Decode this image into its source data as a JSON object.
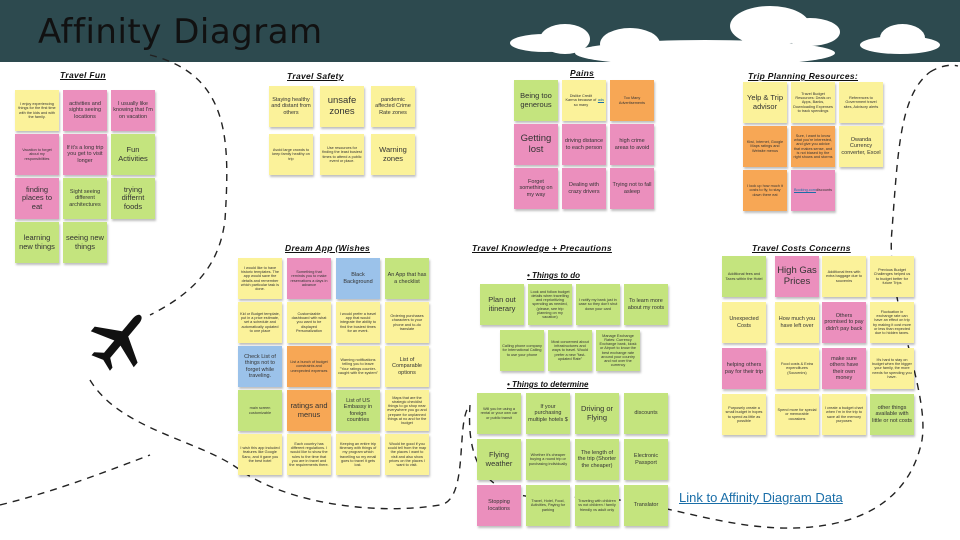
{
  "header": {
    "title": "Affinity Diagram"
  },
  "colors": {
    "header": "#2d4a4f",
    "yellow": "#fbf29a",
    "green": "#c4e47e",
    "pink": "#eb8fbd",
    "orange": "#f7a755",
    "blue": "#9bc2ea"
  },
  "icons": {
    "plane": "airplane-icon"
  },
  "sections": {
    "travel_fun": {
      "title": "Travel Fun",
      "notes": [
        "I enjoy experiencing things for the first time with the kids and with the family.",
        "activities and sights seeing locations",
        "I usually like knowing that I'm on vacation",
        "Vacation to forget about my responsibilities",
        "If it's a long trip you get to visit longer",
        "Fun Activities",
        "finding places to eat",
        "Sight seeing different architectures",
        "trying differnt foods",
        "learning new things",
        "seeing new things"
      ]
    },
    "travel_safety": {
      "title": "Travel Safety",
      "notes": [
        "Staying healthy and distant from others",
        "unsafe zones",
        "pandemic affected Crime Rate zones",
        "Avoid large crowds to keep family healthy on trip",
        "Use resources for finding the least busiest times to attend a public event or place.",
        "Warning zones"
      ]
    },
    "pains": {
      "title": "Pains",
      "notes": [
        "Being too generous",
        "Dislike Credit Karma because of so many ",
        "ads",
        "Too Many Advertisements",
        "Getting lost",
        "driving distance to each person",
        "high crime areas to avoid",
        "Forget something on my way",
        "Dealing with crazy drivers",
        "Trying not to fall asleep"
      ]
    },
    "trip_planning": {
      "title": "Trip Planning Resources:",
      "notes": [
        "Yelp & Trip advisor",
        "Travel Budget Resources: Deals on Apps, Banks, Downloading Expenses to track spendings",
        "References to Government travel sites, Advisory alerts",
        "Kiwi, Internet, Google Maps ratings and Website menus",
        "Sure, I want to know what you're interested, and give you advice that makes sense, and is not biased by the right shows and storms",
        "Owanda Currency converter, Excel",
        "I look up how much it costs to fly, to stay down there eat",
        "",
        "Booking.com",
        " discounts"
      ]
    },
    "dream_app": {
      "title": "Dream App (Wishes",
      "notes": [
        "I would like to have historic templates. The app would save the details and remember which particular task is done.",
        "Something that reminds you to make reservations a days in advance",
        "Black Background",
        "An App that has a checklist",
        "Kid or Budget template, put in a price estimate, set a schedule and automatically updated to one place",
        "Customizable dashboard with what you want to be displayed Personalization",
        "I would prefer a travel app that would integrate the ability to find the busiest times for an event.",
        "Ordering purchases characters to your phone and to-do translate",
        "Check List of things not to forget while traveling.",
        "List a bunch of budget constraints and unexpected expenses",
        "Warning notifications telling you to leave \"Your ratings counter-caught with the system\"",
        "List of Comparable options",
        "main screen customizable",
        "ratings and menus",
        "List of US Embassy in foreign countries",
        "Maps that are the strategic checklist things to go shop near everywhere you go and prepare for unplanned things at no and for the budget",
        "I wish this app included features like Google Sanc, and it gave you the best hotel",
        "Each country has different regulations. I would like to show the rules to the time that you are in travel and the requirements there.",
        "Keeping an entire trip itinerary with things of my program which travelling so my email goes to travel it gets lost.",
        "Would be good if you could tell from the map the places I want to visit and also show prices on the places I want to visit."
      ]
    },
    "travel_knowledge": {
      "title": "Travel Knowledge + Precautions",
      "things_to_do": {
        "title": "Things to do",
        "notes": [
          "Plan out itinerary",
          "Look and follow budget details when travelling and reprioritizing spending as needed, (please, see trip planning on my vacation)",
          "I notify my bank just in case so they don't shut down your card",
          "To learn more about my roots",
          "Calling phone company for International Calling to use your phone",
          "Most concerned about infrastructures and ways to travel. Would prefer a new \"fast-updated Rate\"",
          "Manage Exchange Rates: Currency Exchange bank, kiosk or Airport to know the best exchange rate around your country and not over the currency"
        ]
      },
      "things_to_determine": {
        "title": "Things to determine",
        "notes": [
          "Will you be using a rental or your own car or public transit",
          "If your purchasing multiple hotels $",
          "Driving or Flying",
          "discounts",
          "Flying weather",
          "Whether it's cheaper buying a round trip or purchasing individually",
          "The length of the trip (Shorter the cheaper)",
          "Electronic Passport",
          "Stopping locations",
          "Travel, Hotel, Food, Activities, Paying for parking",
          "Traveling with children vs not children / family friendly vs adult only",
          "Translator"
        ]
      }
    },
    "travel_costs": {
      "title": "Travel Costs Concerns",
      "notes": [
        "Additional fees and Taxes within the Hotel",
        "High Gas Prices",
        "Additional fees with extra baggage due to souvenirs",
        "Previous Budget Challenges helped us to budget better for future Trips",
        "Unexpected Costs",
        "How much you have left over",
        "Others promised to pay didn't pay back",
        "Fluctuation in exchange rate can have an effect on trip by making it cost more or less than expected due to hidden taxes.",
        "helping others pay for their trip",
        "Food costs & Extra expenditures (Souvenirs)",
        "make sure others have their own money",
        "It's hard to stay on budget when the bigger your family, the more needs for spending you have.",
        "Purposely create a small budget in hopes to spend as little as possible",
        "Spend more for special or memorable occasions",
        "I create a budget chart when I'm in the trip to save all the memory purposes",
        "other things available with little or not costs"
      ]
    }
  },
  "footer": {
    "link_text": "Link to Affinity Diagram Data"
  }
}
